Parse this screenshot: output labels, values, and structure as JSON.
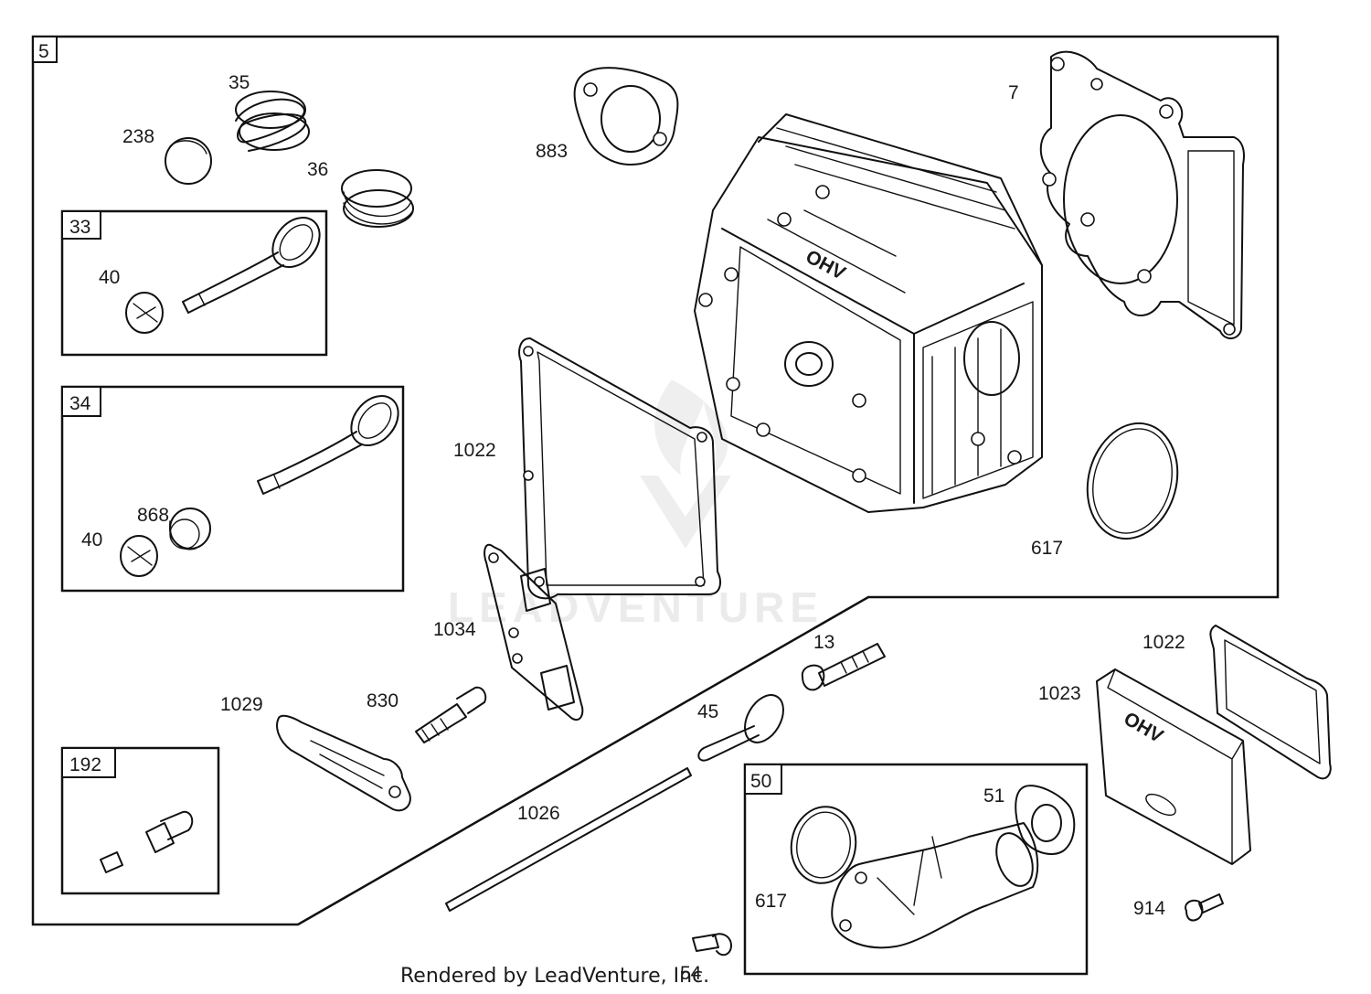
{
  "watermark": "LEADVENTURE",
  "footer": "Rendered by LeadVenture, Inc.",
  "boxes": {
    "main": "5",
    "exhaust_valve_kit": "33",
    "intake_valve_kit": "34",
    "breather_kit": "192",
    "intake_kit": "50"
  },
  "callouts": {
    "spring_35": "35",
    "cap_238": "238",
    "spring_36": "36",
    "retainer_40_a": "40",
    "retainer_40_b": "40",
    "seal_868": "868",
    "gasket_883": "883",
    "head_gasket_7": "7",
    "valve_cover_gasket_1022_a": "1022",
    "o_ring_617_a": "617",
    "breather_plate_1034": "1034",
    "stud_830": "830",
    "rocker_1029": "1029",
    "bolt_13": "13",
    "push_rod_guide_45": "45",
    "push_rod_1026": "1026",
    "gasket_51": "51",
    "o_ring_617_b": "617",
    "valve_cover_gasket_1022_b": "1022",
    "valve_cover_1023": "1023",
    "screw_914": "914",
    "screw_54": "54"
  },
  "valve_cover_text": "OHV"
}
